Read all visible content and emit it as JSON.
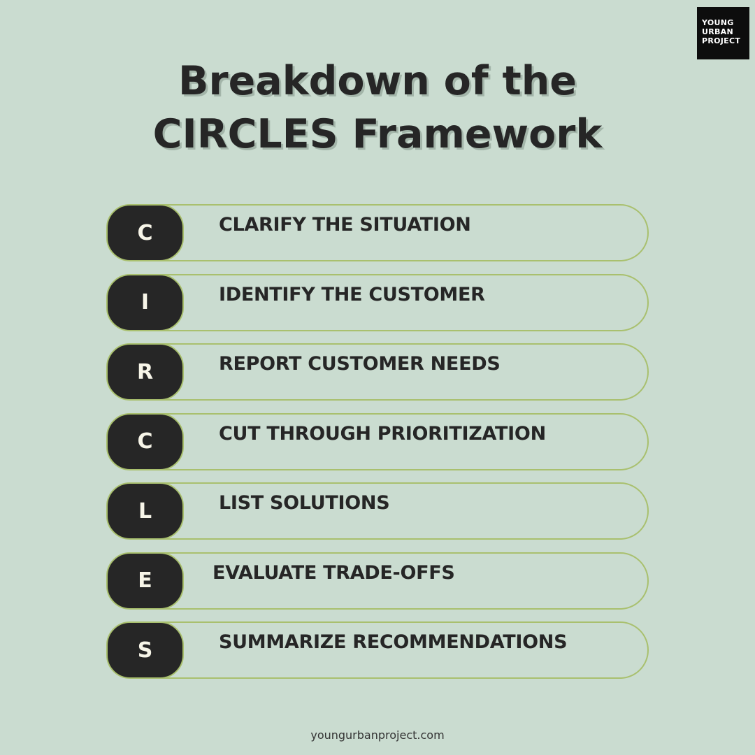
{
  "brand": {
    "logo_lines": [
      "YOUNG",
      "URBAN",
      "PROJECT"
    ],
    "colors": {
      "background": "#cadcd0",
      "dark": "#262626",
      "outline": "#a9c06e",
      "letter": "#f7f5e8"
    }
  },
  "title": {
    "line1": "Breakdown of the",
    "line2": "CIRCLES Framework"
  },
  "steps": [
    {
      "letter": "C",
      "label": "CLARIFY THE SITUATION"
    },
    {
      "letter": "I",
      "label": "IDENTIFY THE CUSTOMER"
    },
    {
      "letter": "R",
      "label": "REPORT CUSTOMER NEEDS"
    },
    {
      "letter": "C",
      "label": "CUT THROUGH PRIORITIZATION"
    },
    {
      "letter": "L",
      "label": "LIST SOLUTIONS"
    },
    {
      "letter": "E",
      "label": "EVALUATE TRADE-OFFS"
    },
    {
      "letter": "S",
      "label": "SUMMARIZE RECOMMENDATIONS"
    }
  ],
  "footer": {
    "url": "youngurbanproject.com"
  }
}
